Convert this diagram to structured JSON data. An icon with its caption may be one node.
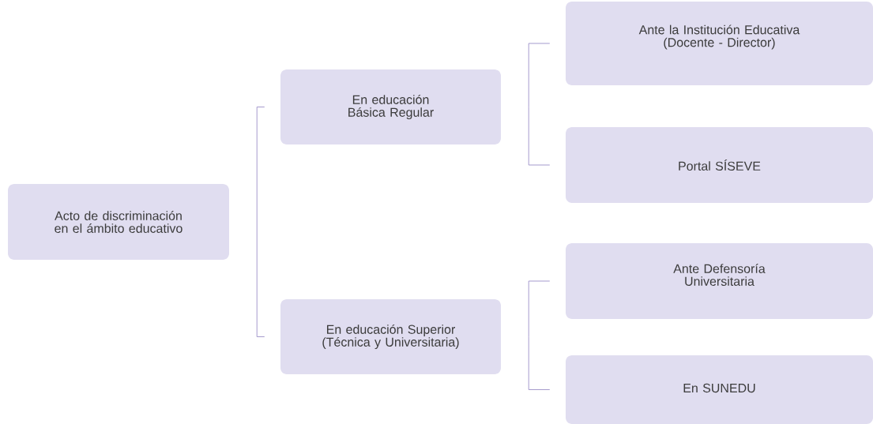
{
  "diagram": {
    "nodes": [
      {
        "text": [
          "Acto de discriminación en el ámbito educativo"
        ]
      },
      {
        "text": [
          "En educación Básica Regular"
        ]
      },
      {
        "text": [
          "En educación Superior (Técnica y Universitaria)"
        ]
      },
      {
        "text": [
          "Ante la Institución Educativa (Docente - Director)"
        ]
      },
      {
        "text": [
          "Portal SÍSEVE"
        ]
      },
      {
        "text": [
          "Ante Defensoría Universitaria"
        ]
      },
      {
        "text": [
          "En SUNEDU"
        ]
      }
    ],
    "edges": [
      {
        "from": 0,
        "to": 1,
        "arrow": "none"
      },
      {
        "from": 0,
        "to": 2,
        "arrow": "none"
      },
      {
        "from": 1,
        "to": 3,
        "arrow": "none"
      },
      {
        "from": 1,
        "to": 4,
        "arrow": "none"
      },
      {
        "from": 2,
        "to": 5,
        "arrow": "none"
      },
      {
        "from": 2,
        "to": 6,
        "arrow": "none"
      }
    ]
  }
}
